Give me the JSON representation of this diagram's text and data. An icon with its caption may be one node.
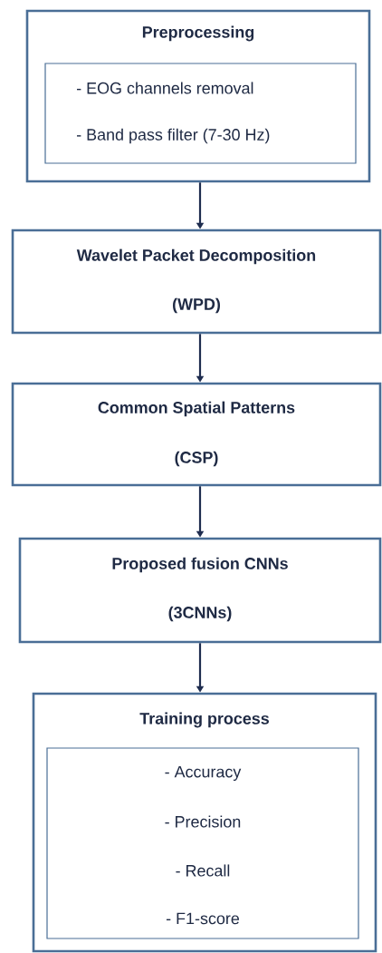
{
  "diagram": {
    "nodes": [
      {
        "text": [
          "Preprocessing"
        ]
      },
      {
        "text": [
          "- EOG channels removal",
          "- Band pass filter (7-30 Hz)"
        ],
        "in": 0
      },
      {
        "text": [
          "Wavelet Packet Decomposition",
          "(WPD)"
        ]
      },
      {
        "text": [
          "Common Spatial Patterns",
          "(CSP)"
        ]
      },
      {
        "text": [
          "Proposed fusion CNNs",
          "(3CNNs)"
        ]
      },
      {
        "text": [
          "Training process"
        ]
      },
      {
        "text": [
          "- Accuracy",
          "- Precision",
          "- Recall",
          "- F1-score"
        ],
        "in": 5
      }
    ],
    "edges": [
      {
        "from": 0,
        "to": 2,
        "arrow": "to"
      },
      {
        "from": 2,
        "to": 3,
        "arrow": "to"
      },
      {
        "from": 3,
        "to": 4,
        "arrow": "to"
      },
      {
        "from": 4,
        "to": 5,
        "arrow": "to"
      }
    ]
  }
}
